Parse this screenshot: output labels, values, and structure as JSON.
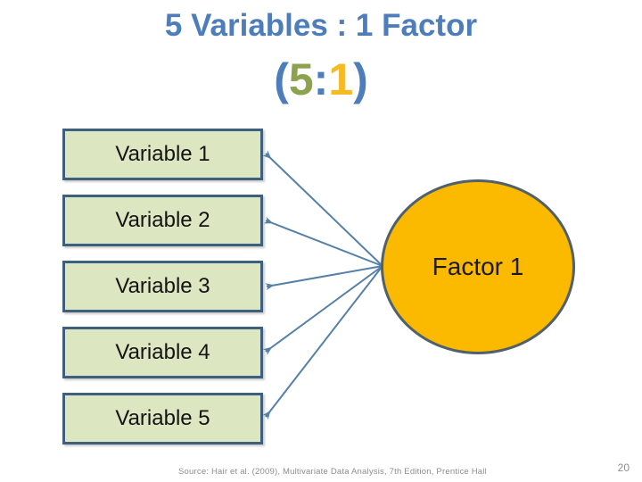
{
  "title": "5 Variables : 1 Factor",
  "subtitle": {
    "open_paren": "(",
    "five": "5",
    "colon": ":",
    "one": "1",
    "close_paren": ")"
  },
  "variables": [
    {
      "label": "Variable 1"
    },
    {
      "label": "Variable 2"
    },
    {
      "label": "Variable 3"
    },
    {
      "label": "Variable 4"
    },
    {
      "label": "Variable 5"
    }
  ],
  "factor": {
    "label": "Factor 1"
  },
  "connections": [
    {
      "from": "Factor 1",
      "to": "Variable 1"
    },
    {
      "from": "Factor 1",
      "to": "Variable 2"
    },
    {
      "from": "Factor 1",
      "to": "Variable 3"
    },
    {
      "from": "Factor 1",
      "to": "Variable 4"
    },
    {
      "from": "Factor 1",
      "to": "Variable 5"
    }
  ],
  "footer": {
    "source": "Source: Hair et al. (2009), Multivariate Data Analysis, 7th Edition, Prentice Hall",
    "page_number": "20"
  },
  "colors": {
    "title_blue": "#4D7EBB",
    "olive_green": "#8CA24D",
    "gold": "#F7BA22",
    "box_fill": "#DCE6C1",
    "box_border": "#3E5F7D",
    "circle_fill": "#FBB900",
    "circle_border": "#50616C",
    "connector": "#5580A7",
    "footer_gray": "#8E8E8E"
  }
}
